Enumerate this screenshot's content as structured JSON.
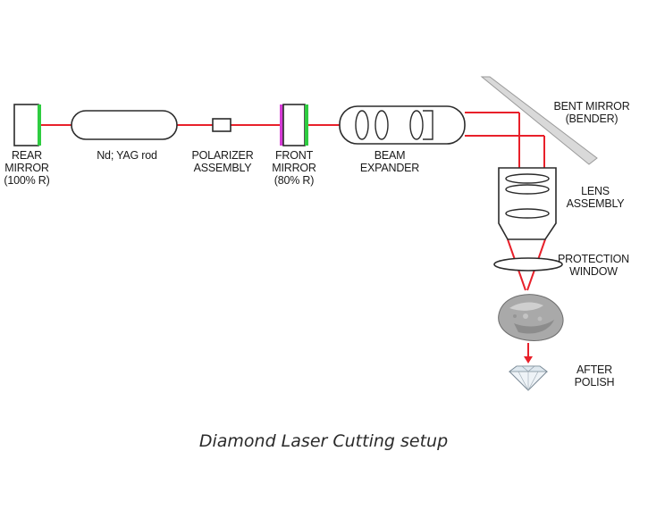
{
  "components": {
    "rear_mirror": [
      "REAR",
      "MIRROR",
      "(100% R)"
    ],
    "rod": [
      "Nd; YAG rod"
    ],
    "polarizer": [
      "POLARIZER",
      "ASSEMBLY"
    ],
    "front_mirror": [
      "FRONT",
      "MIRROR",
      "(80% R)"
    ],
    "beam_expander": [
      "BEAM",
      "EXPANDER"
    ],
    "bent_mirror": [
      "BENT MIRROR",
      "(BENDER)"
    ],
    "lens_assembly": [
      "LENS",
      "ASSEMBLY"
    ],
    "protection_window": [
      "PROTECTION",
      "WINDOW"
    ],
    "after_polish": [
      "AFTER",
      "POLISH"
    ]
  },
  "caption": "Diamond Laser Cutting setup",
  "colors": {
    "beam": "#e8202a",
    "reflective_coating": "#2ecc40",
    "front_coating": "#d63bd6",
    "outline": "#2b2b2b",
    "bent_mirror_fill": "#d9d9d9"
  }
}
